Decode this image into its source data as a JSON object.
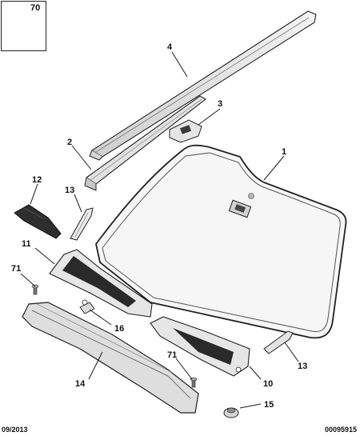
{
  "inset": {
    "label": "70",
    "icon": "nut-icon"
  },
  "callouts": {
    "c1": "1",
    "c2": "2",
    "c3": "3",
    "c4": "4",
    "c10": "10",
    "c11": "11",
    "c12": "12",
    "c13a": "13",
    "c13b": "13",
    "c14": "14",
    "c15": "15",
    "c16": "16",
    "c71a": "71",
    "c71b": "71"
  },
  "footer": {
    "date": "09/2013",
    "ref": "00095915"
  },
  "colors": {
    "line": "#1a1a1a",
    "part_fill": "#e9e9e9",
    "dark_fill": "#2b2b2b",
    "glass": "#f7f7f7"
  }
}
